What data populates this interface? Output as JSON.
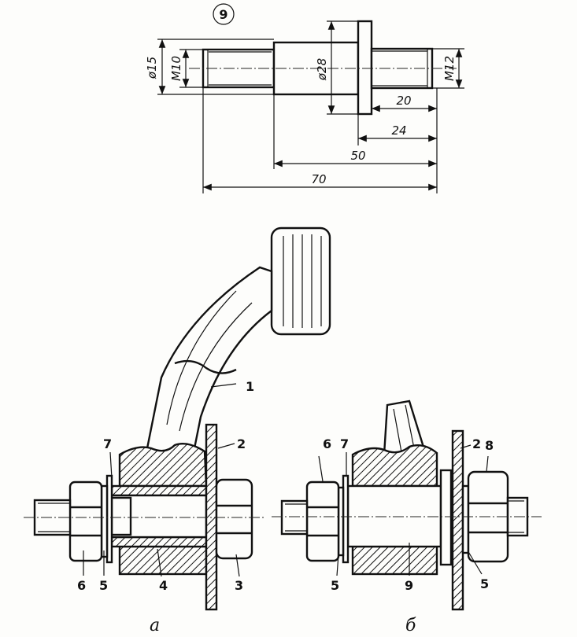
{
  "detail": {
    "number": "9",
    "diameters": {
      "flange": "ø28",
      "shank": "ø15",
      "left_thread": "M10",
      "right_thread": "M12"
    },
    "lengths": {
      "l20": "20",
      "l24": "24",
      "l50": "50",
      "l70": "70"
    }
  },
  "labels": {
    "a": {
      "p1": "1",
      "p2": "2",
      "p3": "3",
      "p4": "4",
      "p5": "5",
      "p6": "6",
      "p7": "7"
    },
    "b": {
      "p2": "2",
      "p5a": "5",
      "p5b": "5",
      "p6": "6",
      "p7": "7",
      "p8": "8",
      "p9": "9"
    }
  },
  "captions": {
    "a": "a",
    "b": "б"
  },
  "colors": {
    "ink": "#111111",
    "paper": "#fdfdfb"
  }
}
